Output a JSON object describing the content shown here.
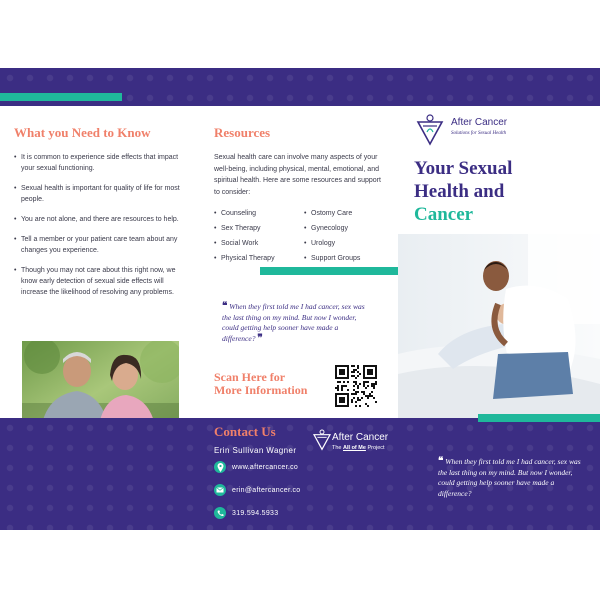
{
  "left_panel": {
    "heading": "What you Need to Know",
    "bullets": [
      "It is common to experience side effects that impact your sexual functioning.",
      "Sexual health is important for quality of life for most people.",
      "You are not alone, and there are resources to help.",
      "Tell a member or your patient care team about any changes you experience.",
      "Though you may not care about this right now, we know early detection of sexual side effects will increase the likelihood of resolving any problems."
    ]
  },
  "middle_panel": {
    "heading": "Resources",
    "intro": "Sexual health care can involve many aspects of your well-being, including physical, mental, emotional, and spiritual health. Here are some resources and support to consider:",
    "resources_col1": [
      "Counseling",
      "Sex Therapy",
      "Social Work",
      "Physical Therapy"
    ],
    "resources_col2": [
      "Ostomy Care",
      "Gynecology",
      "Urology",
      "Support Groups"
    ],
    "quote": "When they first told me I had cancer, sex was the last thing on my mind. But now I wonder, could getting help sooner have made a difference?",
    "scan_heading_line1": "Scan Here for",
    "scan_heading_line2": "More Information"
  },
  "contact": {
    "heading": "Contact Us",
    "name": "Erin Sullivan Wagner",
    "website": "www.aftercancer.co",
    "email": "erin@aftercancer.co",
    "phone": "319.594.5933",
    "logo_name": "After Cancer",
    "logo_tagline_prefix": "The",
    "logo_tagline_em": "All of Me",
    "logo_tagline_suffix": "Project"
  },
  "cover": {
    "logo_name": "After Cancer",
    "logo_tagline": "Solutions for Sexual Health",
    "title_line1": "Your Sexual",
    "title_line2": "Health and",
    "title_line3": "Cancer",
    "quote": "When they first told me I had cancer, sex was the last thing on my mind. But now I wonder, could getting help sooner have made a difference?"
  },
  "colors": {
    "purple": "#3b2d83",
    "teal": "#1fb89b",
    "coral": "#f0806a"
  },
  "icons": [
    "location-pin-icon",
    "email-icon",
    "phone-icon",
    "qr-code",
    "after-cancer-logo"
  ]
}
